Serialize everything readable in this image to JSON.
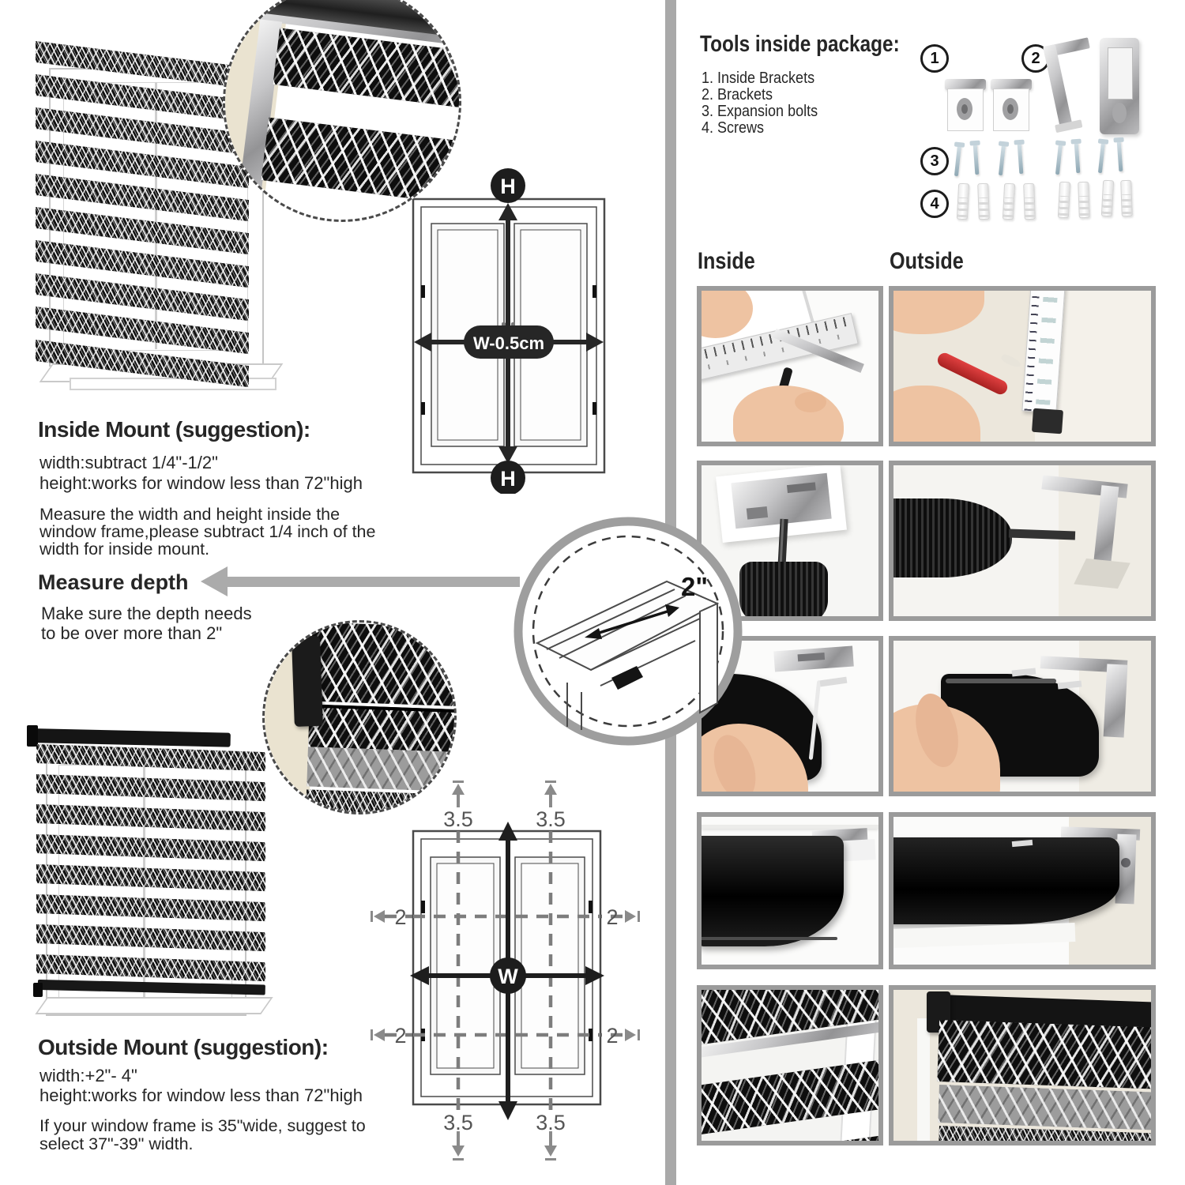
{
  "page": {
    "background": "#ffffff",
    "divider_color": "#a9a9a9",
    "photo_border_color": "#9b9b9b",
    "accent_black": "#1d1d1d"
  },
  "left": {
    "inside_mount": {
      "heading": "Inside Mount (suggestion):",
      "line1": "width:subtract 1/4\"-1/2\"",
      "line2": "height:works for window less than 72\"high",
      "note": "Measure the width and height inside the window frame,please subtract 1/4 inch of the width for inside mount."
    },
    "measure_depth": {
      "heading": "Measure depth",
      "note_line1": "Make sure the depth needs",
      "note_line2": "to be over more than 2\"",
      "depth_label": "2\""
    },
    "outside_mount": {
      "heading": "Outside Mount (suggestion):",
      "line1": "width:+2\"- 4\"",
      "line2": "height:works for window less than 72\"high",
      "note_line1": "If your window frame is 35\"wide, suggest to",
      "note_line2": "select 37\"-39\" width."
    },
    "window_inside_diagram": {
      "height_badge_top": "H",
      "height_badge_bottom": "H",
      "width_label": "W-0.5cm"
    },
    "window_outside_diagram": {
      "width_badge": "W",
      "top_left": "3.5",
      "top_right": "3.5",
      "bottom_left": "3.5",
      "bottom_right": "3.5",
      "mid_left_upper": "2",
      "mid_right_upper": "2",
      "mid_left_lower": "2",
      "mid_right_lower": "2"
    }
  },
  "right": {
    "tools": {
      "heading": "Tools inside package:",
      "items": [
        "1. Inside Brackets",
        "2. Brackets",
        "3. Expansion bolts",
        "4. Screws"
      ],
      "badge1": "1",
      "badge2": "2",
      "badge3": "3",
      "badge4": "4"
    },
    "inside_label": "Inside",
    "outside_label": "Outside"
  }
}
